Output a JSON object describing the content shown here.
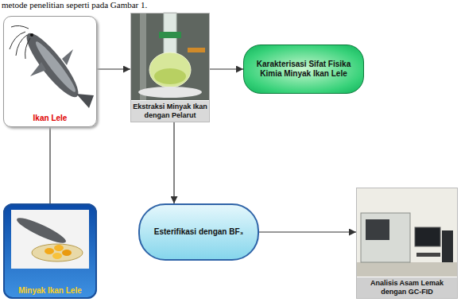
{
  "diagram": {
    "nodes": [
      {
        "text": [
          "Ikan Lele"
        ]
      },
      {
        "text": [
          "Ekstraksi Minyak Ikan dengan Pelarut"
        ]
      },
      {
        "text": [
          "Karakterisasi Sifat Fisika Kimia Minyak Ikan Lele"
        ]
      },
      {
        "text": [
          "Minyak Ikan Lele"
        ]
      },
      {
        "text": [
          "Esterifikasi dengan BF₃"
        ]
      },
      {
        "text": [
          "Analisis Asam Lemak dengan GC-FID"
        ]
      }
    ],
    "edges": [
      {
        "from": 0,
        "to": 1,
        "arrow": "to"
      },
      {
        "from": 1,
        "to": 2,
        "arrow": "to"
      },
      {
        "from": 1,
        "to": 4,
        "arrow": "to"
      },
      {
        "from": 4,
        "to": 5,
        "arrow": "to"
      },
      {
        "from": 0,
        "to": 3,
        "arrow": "none"
      }
    ],
    "labels": [
      "metode penelitian seperti pada Gambar 1."
    ]
  }
}
